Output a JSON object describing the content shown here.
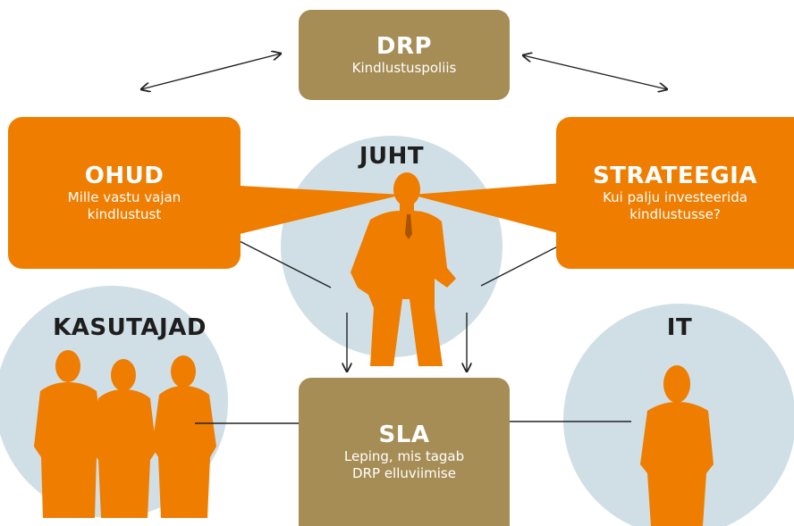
{
  "colors": {
    "orange": "#ef7d00",
    "gold": "#a68d55",
    "circle": "#d0dfe6",
    "arrow": "#222222"
  },
  "drp": {
    "title": "DRP",
    "subtitle": "Kindlustuspoliis"
  },
  "ohud": {
    "title": "OHUD",
    "line1": "Mille vastu vajan",
    "line2": "kindlustust"
  },
  "strateegia": {
    "title": "STRATEEGIA",
    "line1": "Kui palju investeerida",
    "line2": "kindlustusse?"
  },
  "juht": {
    "label": "JUHT"
  },
  "kasutajad": {
    "label": "KASUTAJAD"
  },
  "it": {
    "label": "IT"
  },
  "sla": {
    "title": "SLA",
    "line1": "Leping, mis tagab",
    "line2": "DRP elluviimise"
  }
}
